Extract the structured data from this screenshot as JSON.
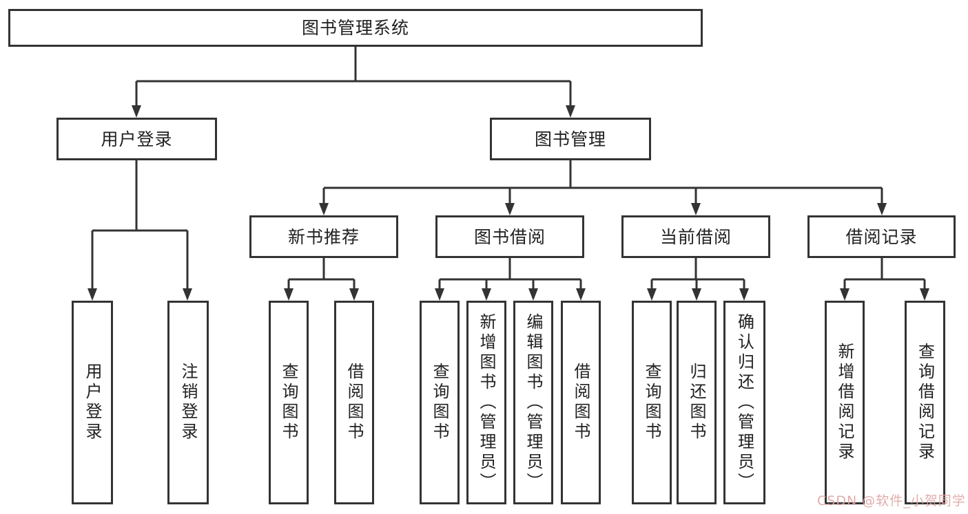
{
  "colors": {
    "line": "#333333",
    "box_border": "#333333",
    "text": "#212121",
    "background": "#ffffff",
    "watermark": "#dfa7a3"
  },
  "diagram": {
    "root": {
      "label": "图书管理系统"
    },
    "level2": [
      {
        "label": "用户登录"
      },
      {
        "label": "图书管理"
      }
    ],
    "level3": [
      {
        "label": "新书推荐",
        "parent": "图书管理"
      },
      {
        "label": "图书借阅",
        "parent": "图书管理"
      },
      {
        "label": "当前借阅",
        "parent": "图书管理"
      },
      {
        "label": "借阅记录",
        "parent": "图书管理"
      }
    ],
    "leaves": [
      {
        "label": "用户登录",
        "parent": "用户登录"
      },
      {
        "label": "注销登录",
        "parent": "用户登录"
      },
      {
        "label": "查询图书",
        "parent": "新书推荐"
      },
      {
        "label": "借阅图书",
        "parent": "新书推荐"
      },
      {
        "label": "查询图书",
        "parent": "图书借阅"
      },
      {
        "label": "新增图书（管理员）",
        "parent": "图书借阅"
      },
      {
        "label": "编辑图书（管理员）",
        "parent": "图书借阅"
      },
      {
        "label": "借阅图书",
        "parent": "图书借阅"
      },
      {
        "label": "查询图书",
        "parent": "当前借阅"
      },
      {
        "label": "归还图书",
        "parent": "当前借阅"
      },
      {
        "label": "确认归还（管理员）",
        "parent": "当前借阅"
      },
      {
        "label": "新增借阅记录",
        "parent": "借阅记录"
      },
      {
        "label": "查询借阅记录",
        "parent": "借阅记录"
      }
    ]
  },
  "watermark": {
    "text": "CSDN @软件_小贺同学"
  }
}
